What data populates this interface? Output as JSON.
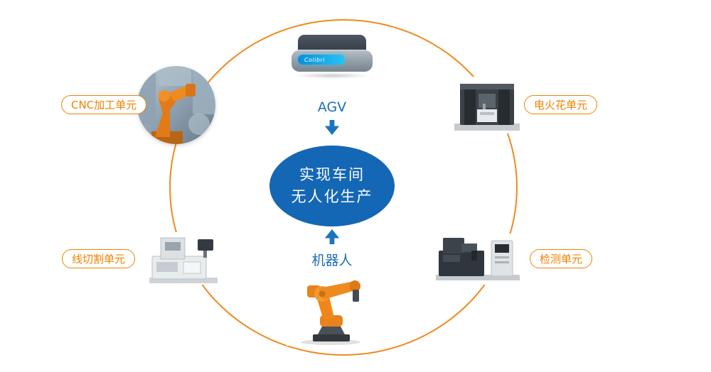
{
  "diagram": {
    "center": {
      "line1": "实现车间",
      "line2": "无人化生产"
    },
    "top": {
      "label": "AGV"
    },
    "bottom": {
      "label": "机器人"
    },
    "agv": {
      "brand": "Colibri"
    },
    "units": {
      "cnc": {
        "label": "CNC加工单元"
      },
      "edm": {
        "label": "电火花单元"
      },
      "wire_cut": {
        "label": "线切割单元"
      },
      "inspection": {
        "label": "检测单元"
      }
    },
    "icons": {
      "arrow_down": "thick-down-arrow",
      "arrow_up": "thick-up-arrow"
    },
    "colors": {
      "orbit_orange": "#F0891F",
      "pill_orange": "#F08300",
      "center_blue": "#1467B4",
      "label_blue": "#1B6FB5",
      "arrow_blue": "#1C75BC",
      "agv_strip_blue": "#27C4F4",
      "robot_orange": "#F08519"
    }
  }
}
